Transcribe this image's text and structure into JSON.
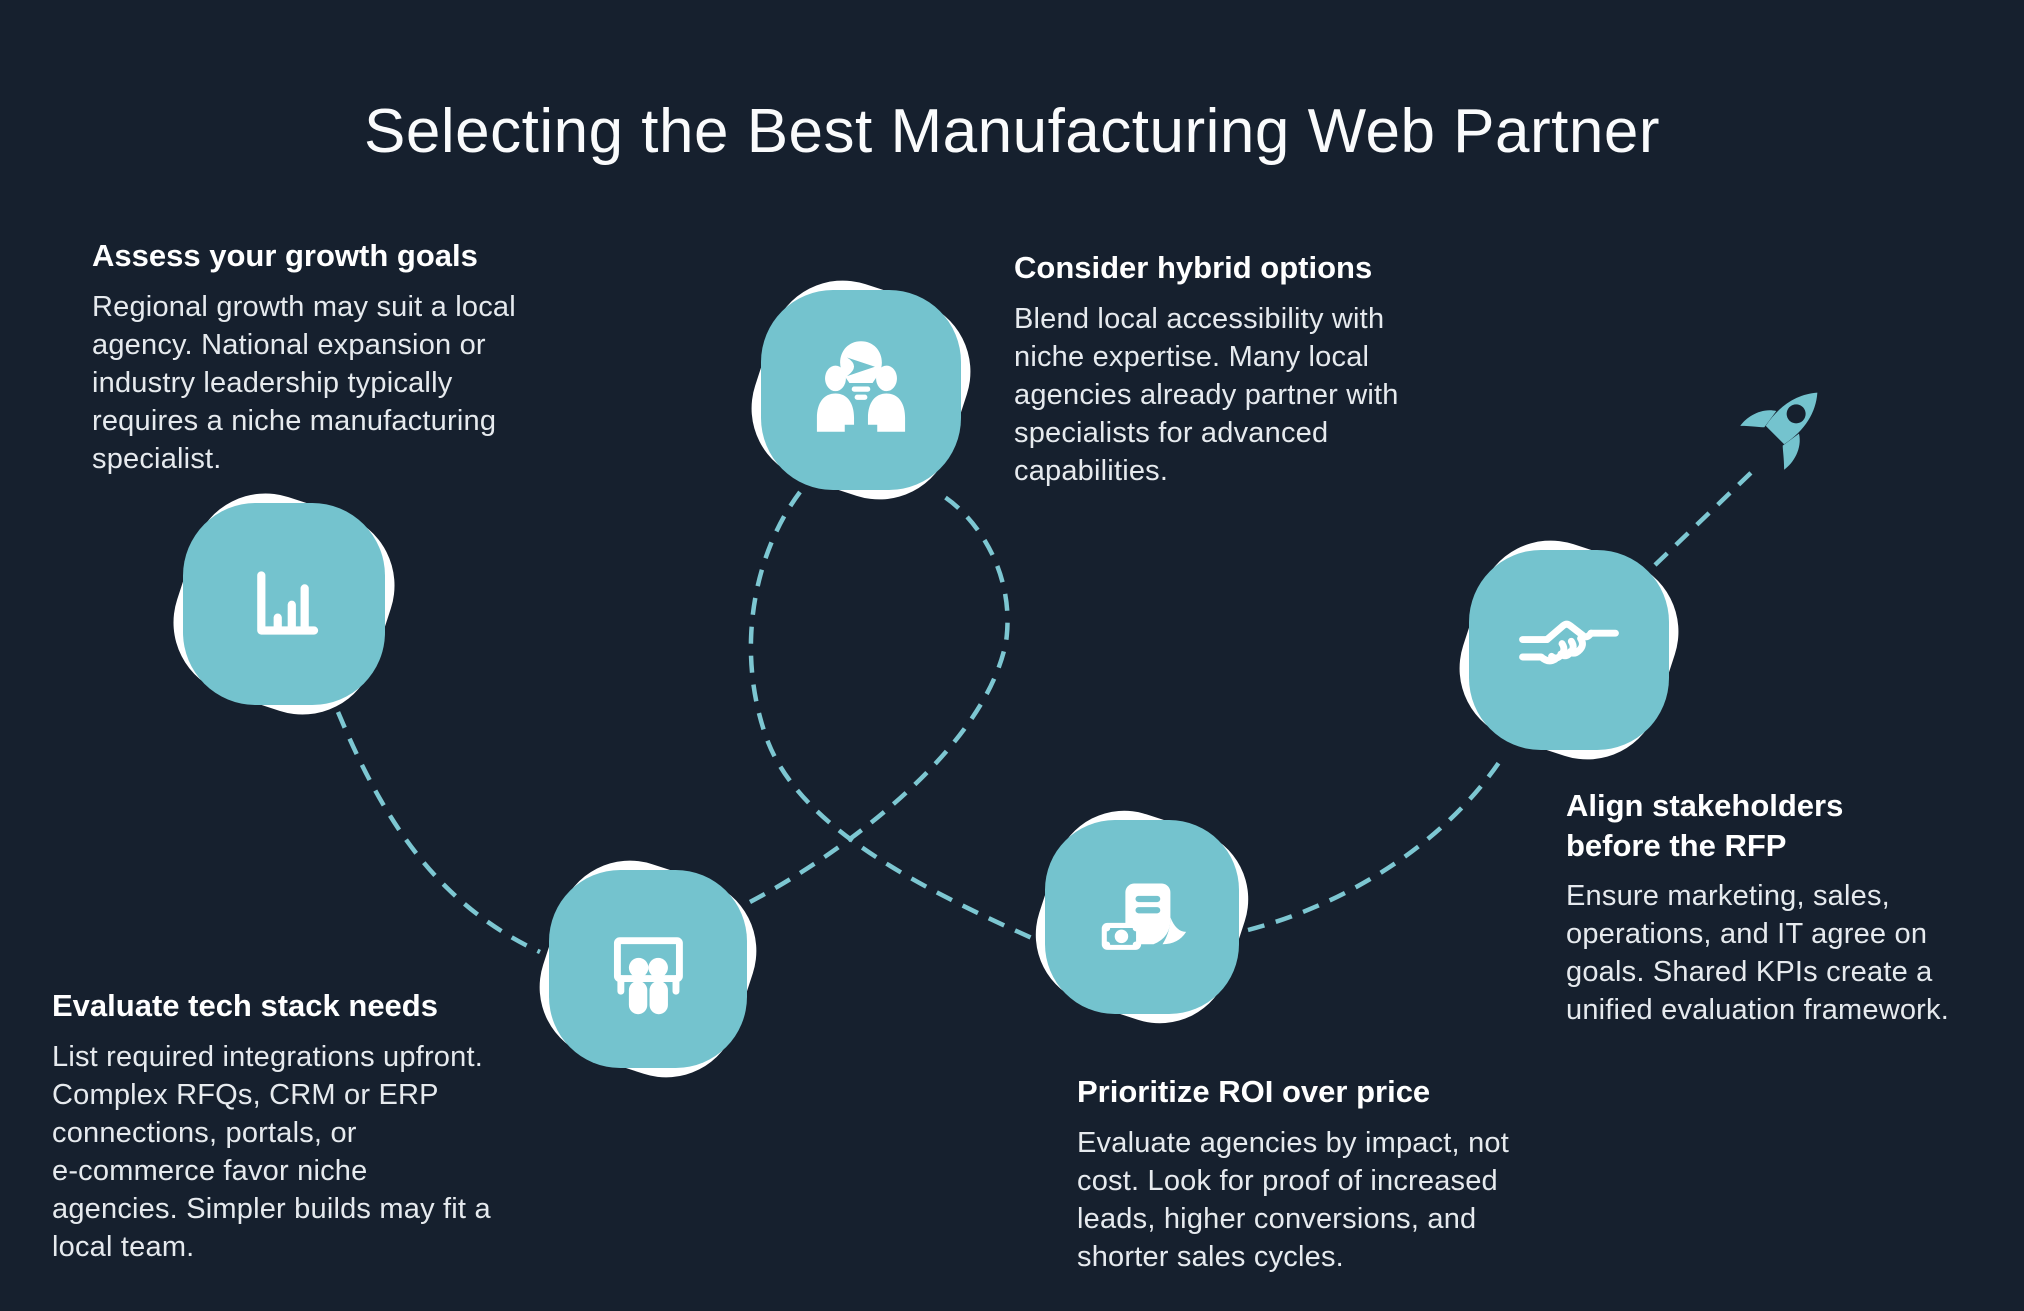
{
  "title": "Selecting the Best Manufacturing Web Partner",
  "colors": {
    "background": "#16202e",
    "accent_teal": "#74c3ce",
    "dash_teal": "#7dc7d2",
    "tile_shadow": "#ffffff",
    "heading_text": "#ffffff",
    "body_text": "#e6eaee"
  },
  "steps": [
    {
      "icon": "bar-chart-icon",
      "heading": "Assess your growth goals",
      "body": "Regional growth may suit a local\nagency. National expansion or\nindustry leadership typically\nrequires a niche manufacturing\nspecialist."
    },
    {
      "icon": "presentation-team-icon",
      "heading": "Evaluate tech stack needs",
      "body": "List required integrations upfront.\nComplex RFQs, CRM or ERP\nconnections, portals, or\ne-commerce favor niche\nagencies. Simpler builds may fit a\nlocal team."
    },
    {
      "icon": "team-idea-lightbulb-icon",
      "heading": "Consider hybrid options",
      "body": "Blend local accessibility with\nniche expertise. Many local\nagencies already partner with\nspecialists for advanced\ncapabilities."
    },
    {
      "icon": "receipt-money-icon",
      "heading": "Prioritize ROI over price",
      "body": "Evaluate agencies by impact, not\ncost. Look for proof of increased\nleads, higher conversions, and\nshorter sales cycles."
    },
    {
      "icon": "handshake-icon",
      "heading": "Align stakeholders\nbefore the RFP",
      "body": "Ensure marketing, sales,\noperations, and IT agree on\ngoals. Shared KPIs create a\nunified evaluation framework."
    }
  ],
  "decoration": {
    "rocket": "rocket-icon"
  }
}
